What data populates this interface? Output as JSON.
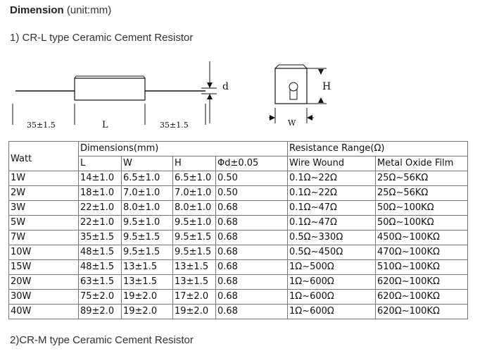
{
  "heading": {
    "bold": "Dimension",
    "rest": " (unit:mm)"
  },
  "section1_title": "1) CR-L type Ceramic Cement Resistor",
  "section2_title": "2)CR-M type Ceramic Cement Resistor",
  "diagram": {
    "lead_left_label": "35±1.5",
    "body_label": "L",
    "lead_right_label": "35±1.5",
    "d_label": "d",
    "h_label": "H",
    "w_label": "W"
  },
  "table": {
    "watt_header": "Watt",
    "dimensions_header": "Dimensions(mm)",
    "resistance_header": "Resistance Range(Ω)",
    "sub_headers": [
      "L",
      "W",
      "H",
      "Φd±0.05",
      "Wire Wound",
      "Metal Oxide Film"
    ],
    "rows": [
      [
        "1W",
        "14±1.0",
        "6.5±1.0",
        "6.5±1.0",
        "0.50",
        "0.1Ω~22Ω",
        "25Ω~56KΩ"
      ],
      [
        "2W",
        "18±1.0",
        "7.0±1.0",
        "7.0±1.0",
        "0.50",
        "0.1Ω~22Ω",
        "25Ω~56KΩ"
      ],
      [
        "3W",
        "22±1.0",
        "8.0±1.0",
        "8.0±1.0",
        "0.68",
        "0.1Ω~47Ω",
        "50Ω~100KΩ"
      ],
      [
        "5W",
        "22±1.0",
        "9.5±1.0",
        "9.5±1.0",
        "0.68",
        "0.1Ω~47Ω",
        "50Ω~100KΩ"
      ],
      [
        "7W",
        "35±1.5",
        "9.5±1.5",
        "9.5±1.5",
        "0.68",
        "0.5Ω~330Ω",
        "450Ω~100KΩ"
      ],
      [
        "10W",
        "48±1.5",
        "9.5±1.5",
        "9.5±1.5",
        "0.68",
        "0.5Ω~450Ω",
        "470Ω~100KΩ"
      ],
      [
        "15W",
        "48±1.5",
        "13±1.5",
        "13±1.5",
        "0.68",
        "1Ω~500Ω",
        "510Ω~100KΩ"
      ],
      [
        "20W",
        "63±1.5",
        "13±1.5",
        "13±1.5",
        "0.68",
        "1Ω~600Ω",
        "620Ω~100KΩ"
      ],
      [
        "30W",
        "75±2.0",
        "19±2.0",
        "17±2.0",
        "0.68",
        "1Ω~600Ω",
        "620Ω~100KΩ"
      ],
      [
        "40W",
        "89±2.0",
        "19±2.0",
        "19±2.0",
        "0.68",
        "1Ω~600Ω",
        "620Ω~100KΩ"
      ]
    ]
  }
}
